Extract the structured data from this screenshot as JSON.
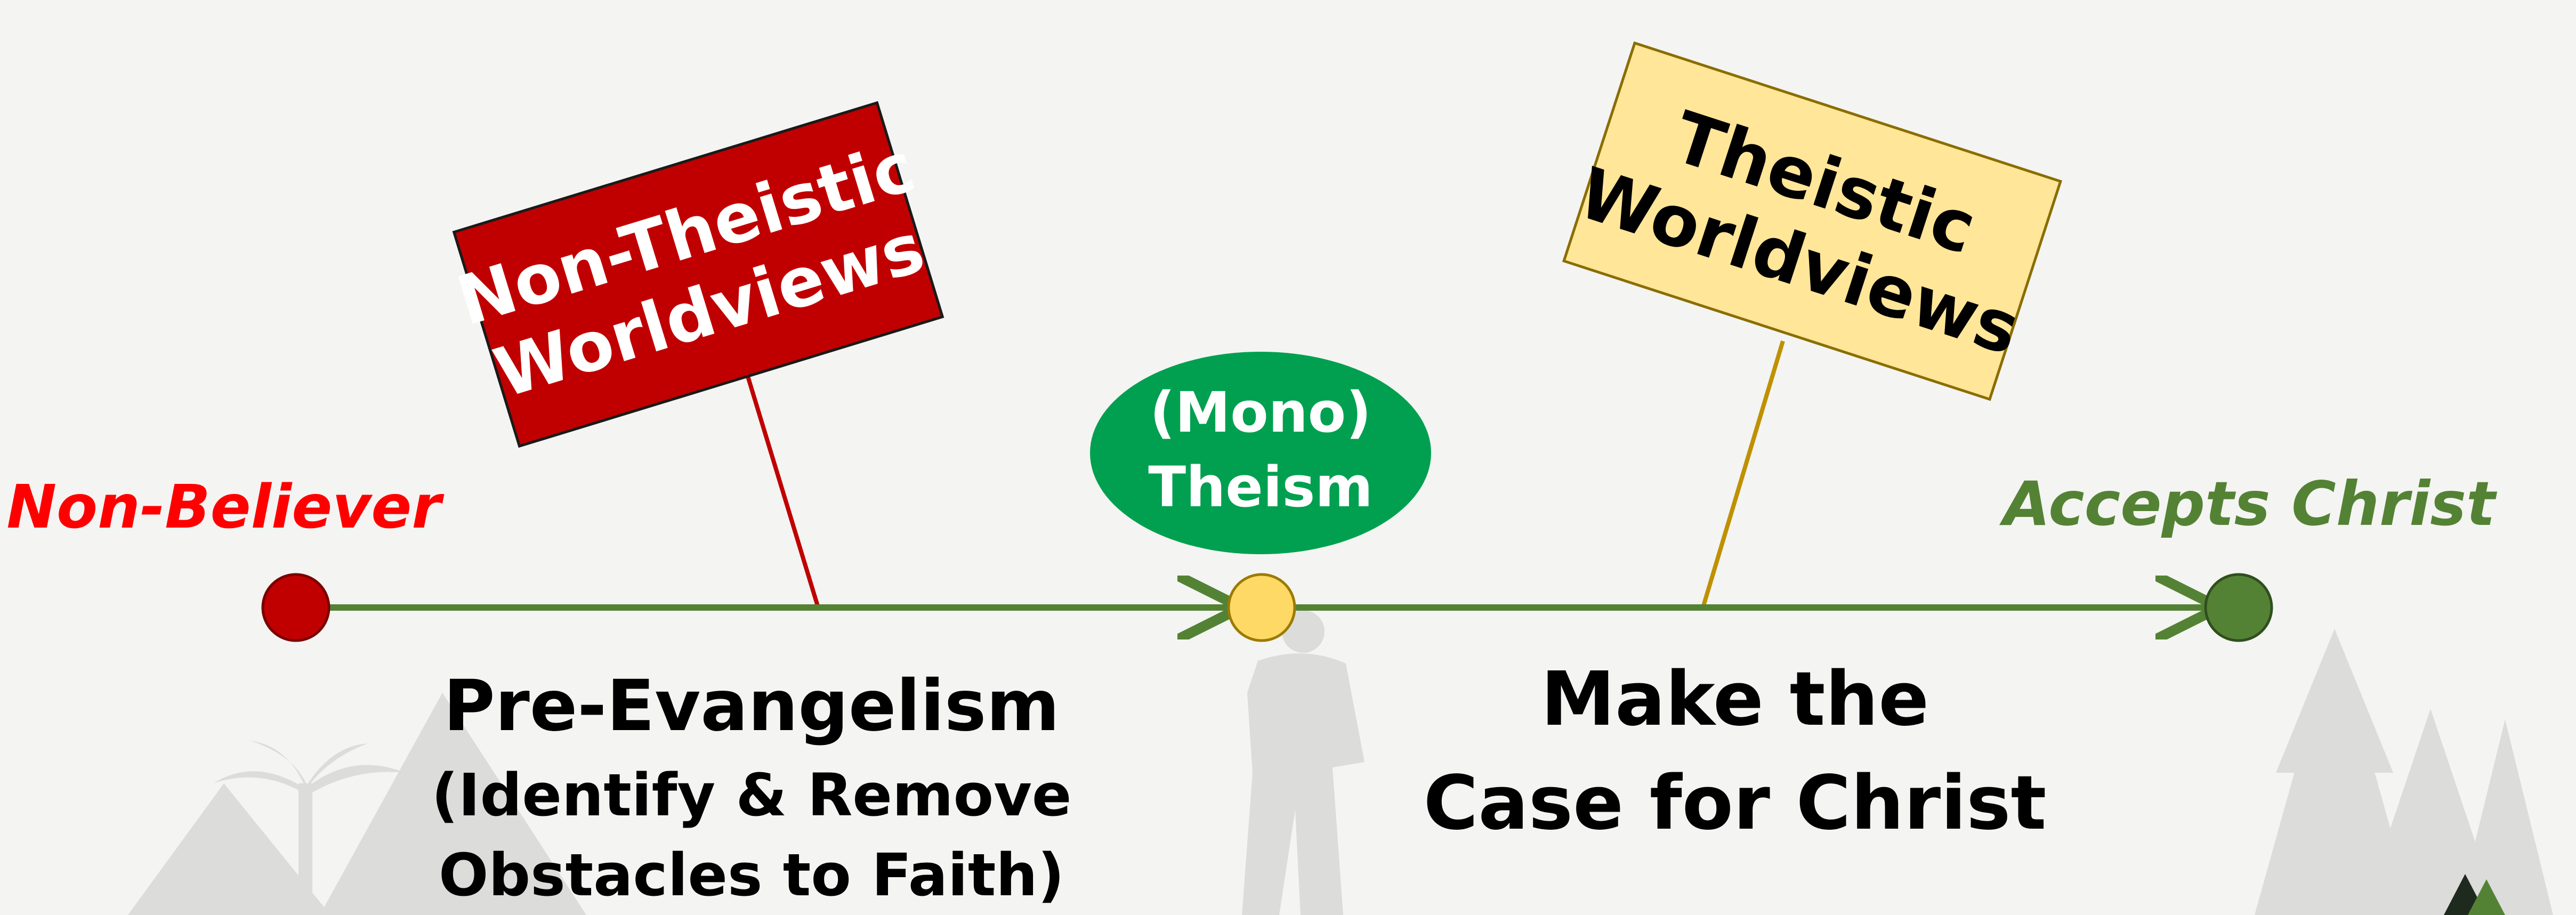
{
  "colors": {
    "background": "#f4f4f2",
    "silhouette": "#dcdcda",
    "red": "#c00000",
    "red_text": "#ff0000",
    "green_line": "#548235",
    "green_dark": "#548235",
    "green_oval": "#00a050",
    "yellow": "#ffe699",
    "yellow_border": "#8a6d00",
    "yellow_dot": "#ffd966",
    "gold_post": "#bf9000",
    "black": "#000000",
    "white": "#ffffff"
  },
  "nodes": {
    "start": {
      "label": "Non-Believer"
    },
    "middle": {
      "label_line1": "(Mono)",
      "label_line2": "Theism"
    },
    "end": {
      "label": "Accepts Christ"
    }
  },
  "signs": {
    "left": {
      "line1": "Non-Theistic",
      "line2": "Worldviews"
    },
    "right": {
      "line1": "Theistic",
      "line2": "Worldviews"
    }
  },
  "stages": {
    "first": {
      "title": "Pre-Evangelism",
      "sub_line1": "(Identify & Remove",
      "sub_line2": "Obstacles to Faith)"
    },
    "second": {
      "line1": "Make the",
      "line2": "Case for Christ"
    }
  },
  "decorations": [
    "pyramid",
    "palm-tree",
    "hiker-silhouette",
    "pine-tree",
    "logo-mark"
  ]
}
